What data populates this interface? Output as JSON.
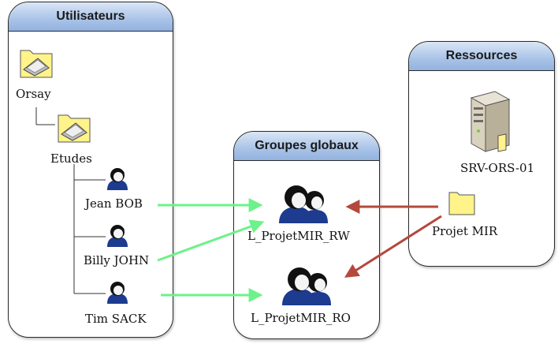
{
  "panels": {
    "users_title": "Utilisateurs",
    "groups_title": "Groupes globaux",
    "resources_title": "Ressources"
  },
  "tree": {
    "root_folder": "Orsay",
    "sub_folder": "Etudes",
    "users": [
      "Jean BOB",
      "Billy JOHN",
      "Tim SACK"
    ]
  },
  "groups": [
    "L_ProjetMIR_RW",
    "L_ProjetMIR_RO"
  ],
  "resources": {
    "server": "SRV-ORS-01",
    "share": "Projet MIR"
  },
  "colors": {
    "user_arrow": "#6cf28a",
    "permission_arrow": "#b5483c",
    "panel_header": "#a9c3e8",
    "folder": "#fff38a"
  }
}
